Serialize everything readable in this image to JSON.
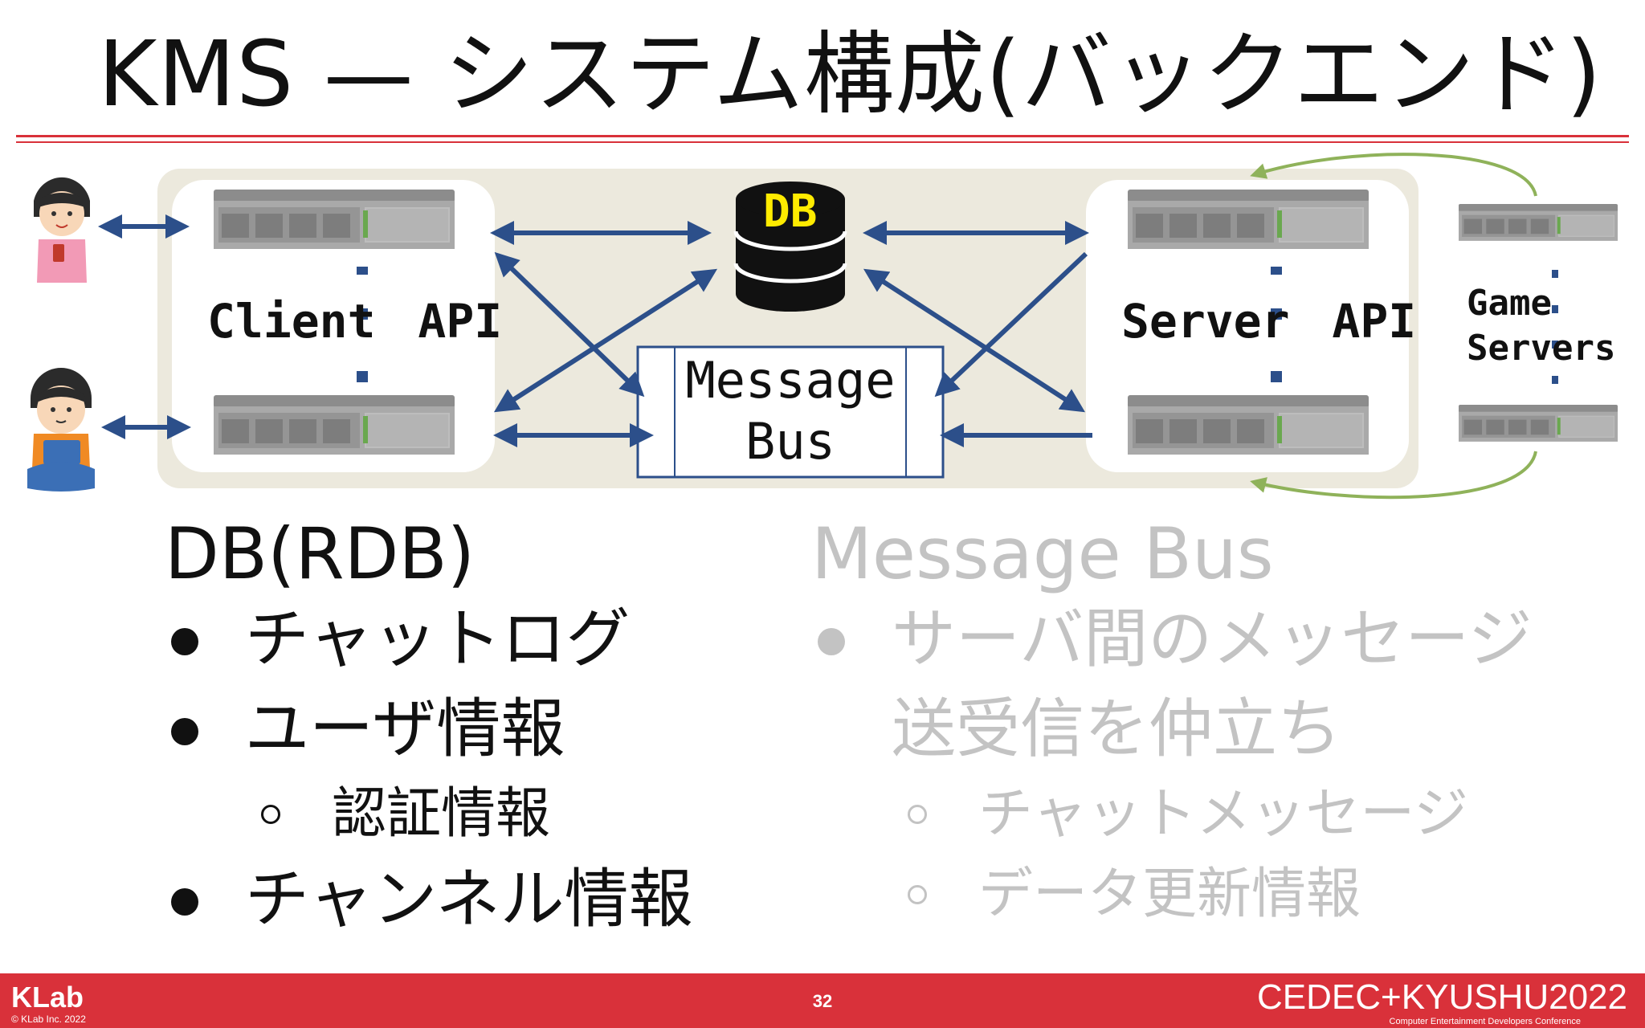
{
  "slide": {
    "title": "KMS — システム構成(バックエンド)",
    "page_number": "32"
  },
  "diagram": {
    "client_api_label": "Client API",
    "server_api_label": "Server API",
    "db_label": "DB",
    "message_bus_line1": "Message",
    "message_bus_line2": "Bus",
    "game_servers_line1": "Game",
    "game_servers_line2": "Servers"
  },
  "left": {
    "heading": "DB(RDB)",
    "items": [
      {
        "label": "チャットログ"
      },
      {
        "label": "ユーザ情報",
        "sub": "認証情報"
      },
      {
        "label": "チャンネル情報"
      }
    ]
  },
  "right": {
    "heading": "Message Bus",
    "item_line1": "サーバ間のメッセージ",
    "item_line2": "送受信を仲立ち",
    "subs": [
      "チャットメッセージ",
      "データ更新情報"
    ]
  },
  "footer": {
    "logo": "KLab",
    "copyright": "© KLab Inc. 2022",
    "event": "CEDEC+KYUSHU2022",
    "event_sub": "Computer Entertainment Developers Conference"
  },
  "colors": {
    "accent_red": "#d9313a",
    "arrow_blue": "#2c4f8a",
    "arrow_green": "#8fb25a",
    "panel_bg": "#ece9dd",
    "muted_text": "#c3c3c3"
  }
}
